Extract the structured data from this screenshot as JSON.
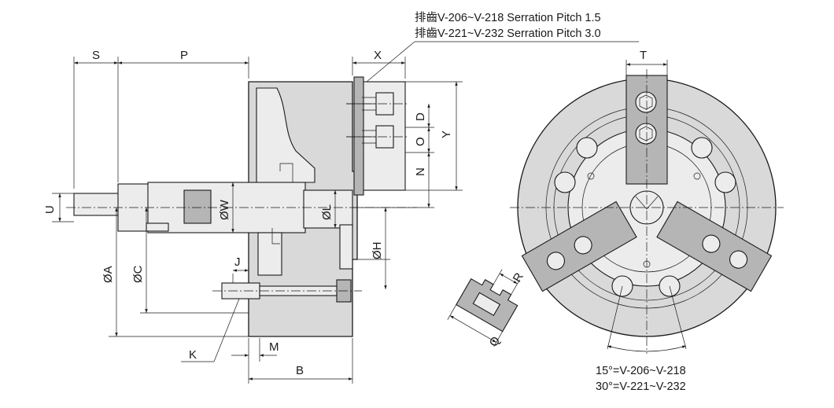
{
  "notes": {
    "line1": "排齒V-206~V-218 Serration Pitch 1.5",
    "line2": "排齒V-221~V-232 Serration Pitch 3.0"
  },
  "angle_notes": {
    "line1": "15°=V-206~V-218",
    "line2": "30°=V-221~V-232"
  },
  "dimensions": {
    "S": "S",
    "P": "P",
    "X": "X",
    "T": "T",
    "Y": "Y",
    "D": "D",
    "O": "O",
    "N": "N",
    "U": "U",
    "W": "ØW",
    "L": "ØL",
    "H": "ØH",
    "A": "ØA",
    "C": "ØC",
    "J": "J",
    "K": "K",
    "M": "M",
    "B": "B",
    "R": "R",
    "Q": "Q"
  },
  "colors": {
    "body": "#d9d9d9",
    "light": "#ececec",
    "dark": "#b5b5b5",
    "line": "#1a1a1a"
  }
}
